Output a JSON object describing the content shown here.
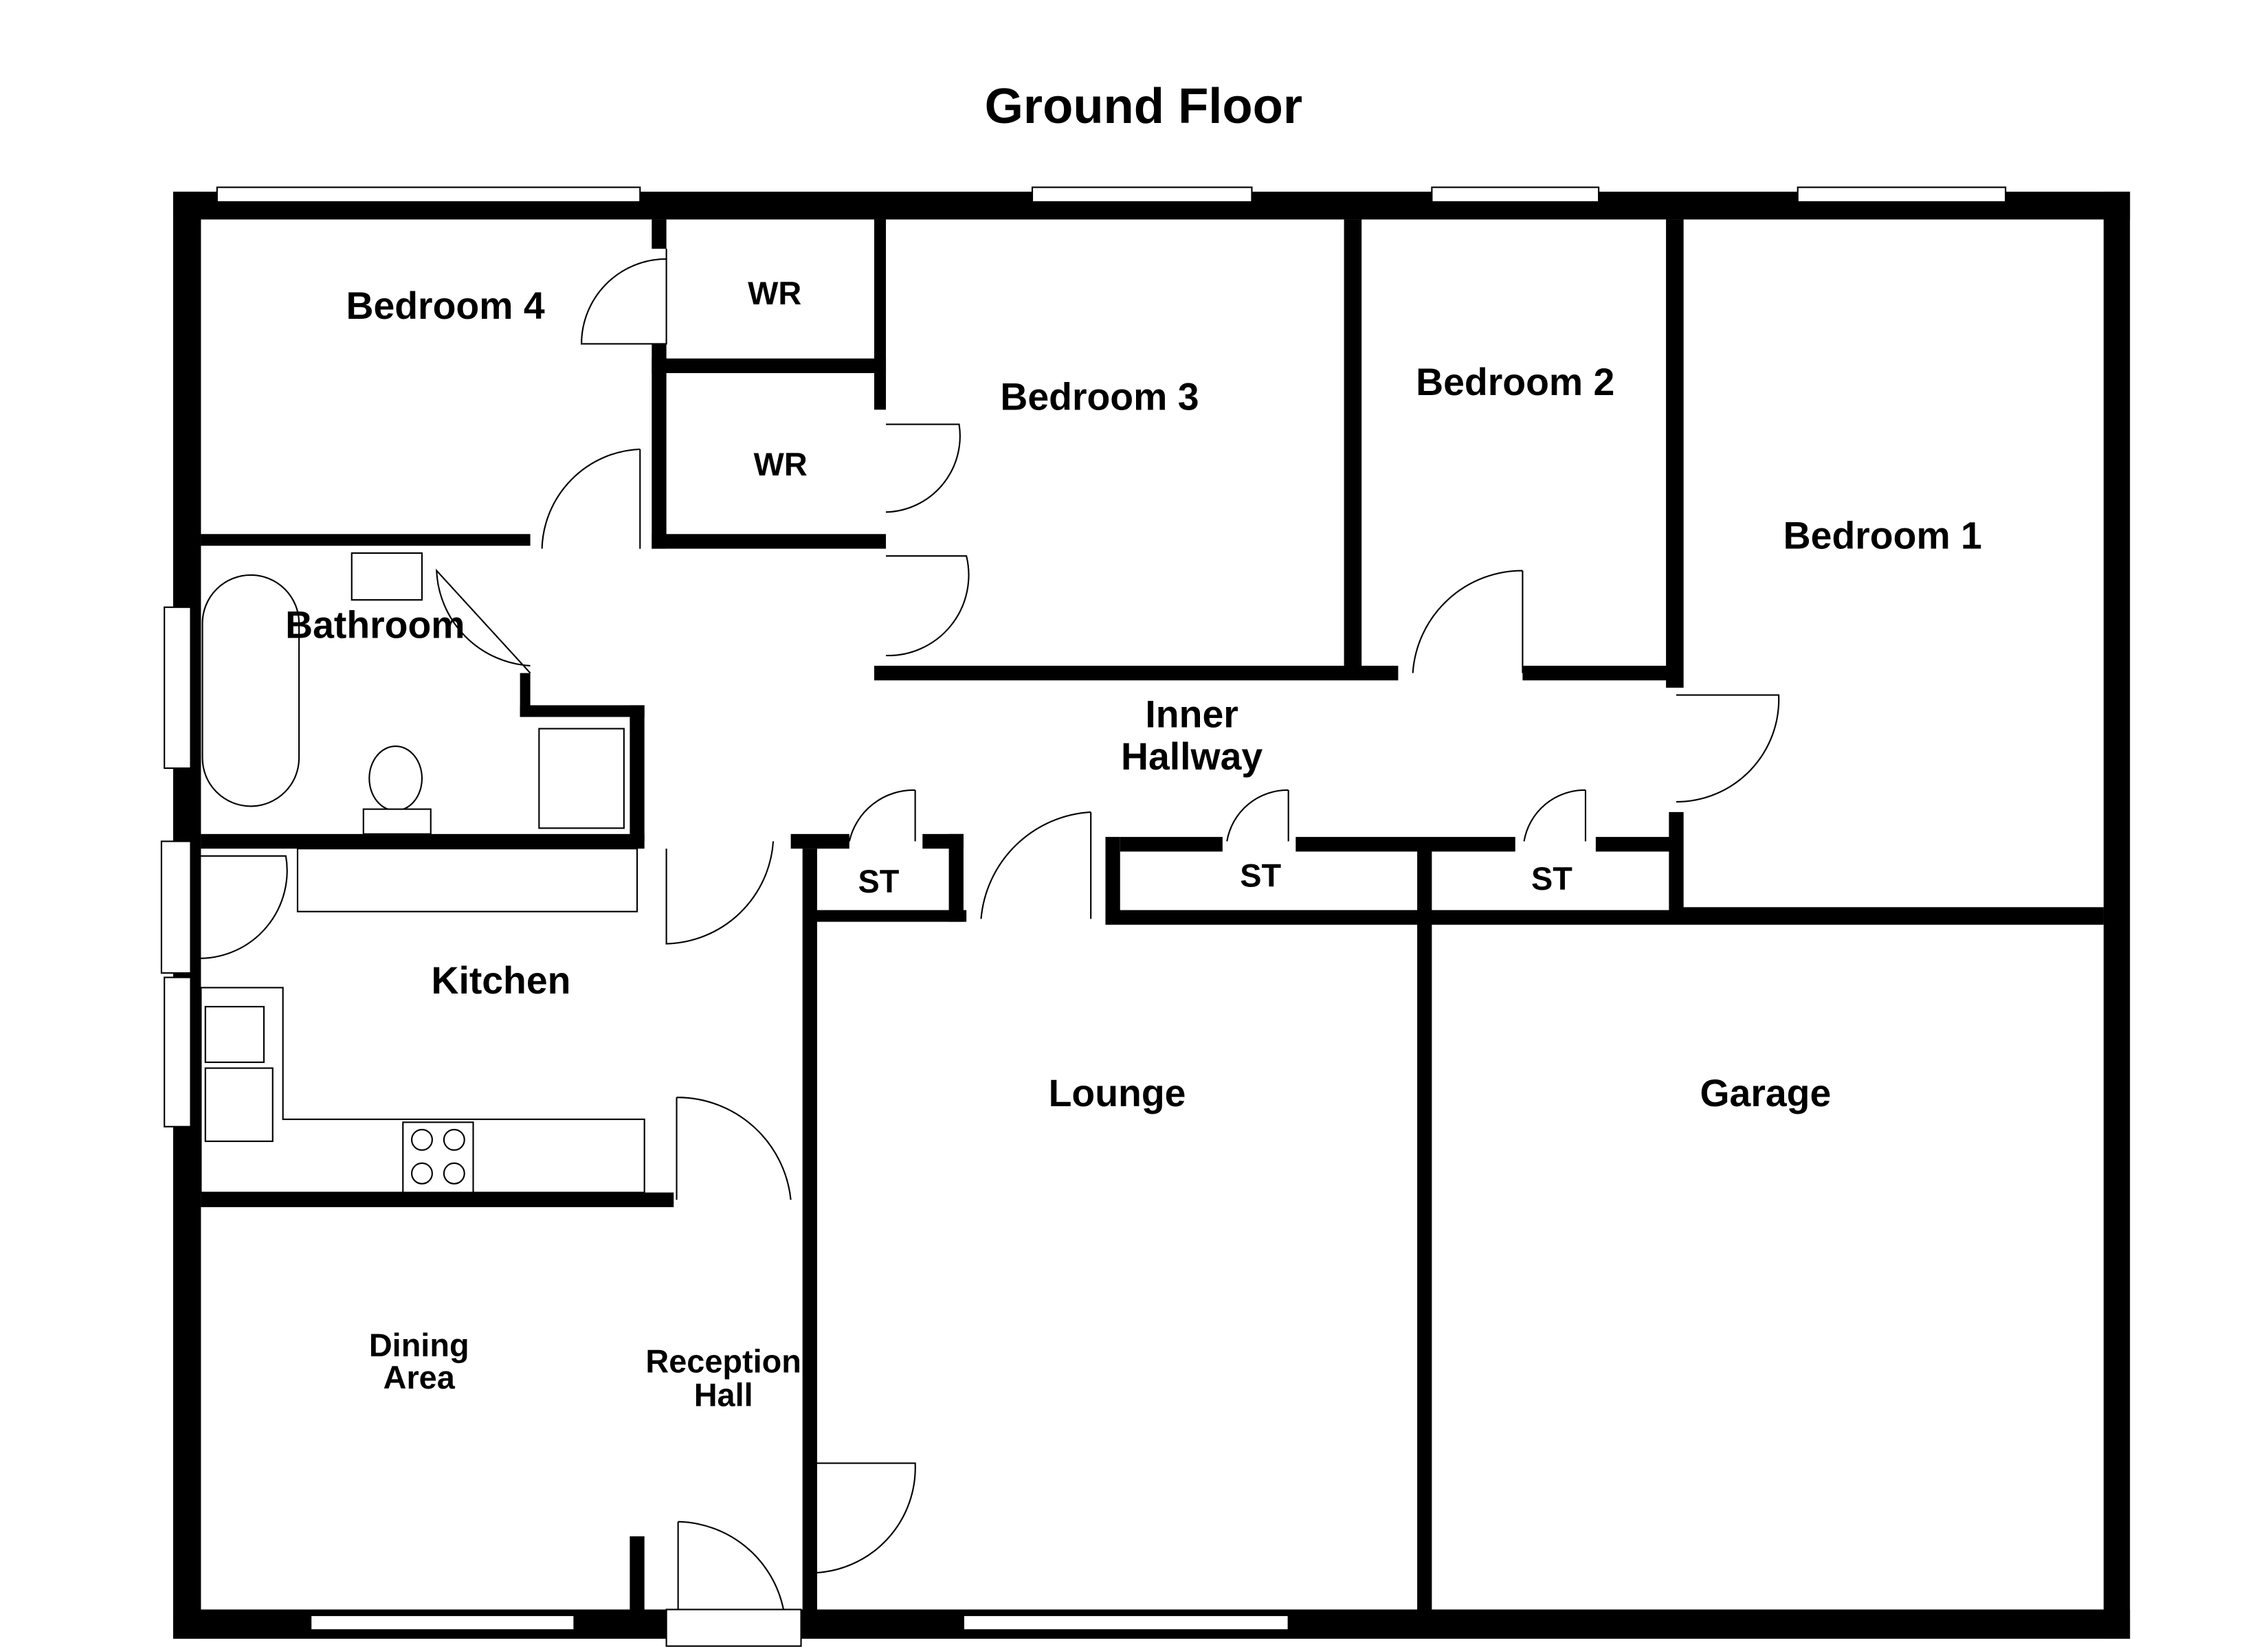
{
  "title": "Ground Floor",
  "rooms": {
    "bedroom4": "Bedroom 4",
    "wr1": "WR",
    "wr2": "WR",
    "bedroom3": "Bedroom 3",
    "bedroom2": "Bedroom 2",
    "bedroom1": "Bedroom 1",
    "bathroom": "Bathroom",
    "inner_hallway_1": "Inner",
    "inner_hallway_2": "Hallway",
    "st1": "ST",
    "st2": "ST",
    "st3": "ST",
    "kitchen": "Kitchen",
    "lounge": "Lounge",
    "garage": "Garage",
    "dining_1": "Dining",
    "dining_2": "Area",
    "reception_1": "Reception",
    "reception_2": "Hall"
  }
}
